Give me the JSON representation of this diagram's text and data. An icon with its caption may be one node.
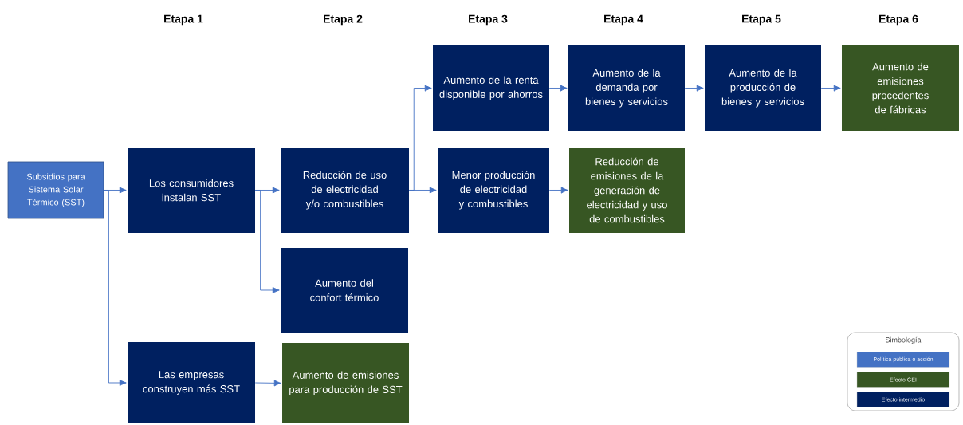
{
  "diagram": {
    "nodes": [
      {
        "text": [
          "Subsidios para Sistema Solar Térmico (SST)"
        ]
      },
      {
        "text": [
          "Los consumidores instalan SST"
        ]
      },
      {
        "text": [
          "Reducción de uso de electricidad y/o combustibles"
        ]
      },
      {
        "text": [
          "Aumento del confort térmico"
        ]
      },
      {
        "text": [
          "Las empresas construyen más SST"
        ]
      },
      {
        "text": [
          "Aumento de emisiones para producción de SST"
        ]
      },
      {
        "text": [
          "Aumento de la renta disponible por ahorros"
        ]
      },
      {
        "text": [
          "Menor producción de electricidad y combustibles"
        ]
      },
      {
        "text": [
          "Aumento de la demanda por bienes y servicios"
        ]
      },
      {
        "text": [
          "Reducción de emisiones de la generación de electricidad y uso de combustibles"
        ]
      },
      {
        "text": [
          "Aumento de la producción de bienes y servicios"
        ]
      },
      {
        "text": [
          "Aumento de emisiones procedentes de fábricas"
        ]
      }
    ],
    "edges": [
      {
        "from": 0,
        "to": 1,
        "arrow": "to"
      },
      {
        "from": 0,
        "to": 4,
        "arrow": "to"
      },
      {
        "from": 1,
        "to": 2,
        "arrow": "to"
      },
      {
        "from": 1,
        "to": 3,
        "arrow": "to"
      },
      {
        "from": 4,
        "to": 5,
        "arrow": "to"
      },
      {
        "from": 2,
        "to": 6,
        "arrow": "to"
      },
      {
        "from": 2,
        "to": 7,
        "arrow": "to"
      },
      {
        "from": 6,
        "to": 8,
        "arrow": "to"
      },
      {
        "from": 7,
        "to": 9,
        "arrow": "to"
      },
      {
        "from": 8,
        "to": 10,
        "arrow": "to"
      },
      {
        "from": 10,
        "to": 11,
        "arrow": "to"
      }
    ],
    "labels": [
      "Etapa 1",
      "Etapa 2",
      "Etapa 3",
      "Etapa 4",
      "Etapa 5",
      "Etapa 6",
      "Simbología"
    ],
    "legend": [
      {
        "text": "Política pública o acción",
        "color": "#4472c4"
      },
      {
        "text": "Efecto GEI",
        "color": "#375623"
      },
      {
        "text": "Efecto intermedio",
        "color": "#002060"
      }
    ]
  }
}
